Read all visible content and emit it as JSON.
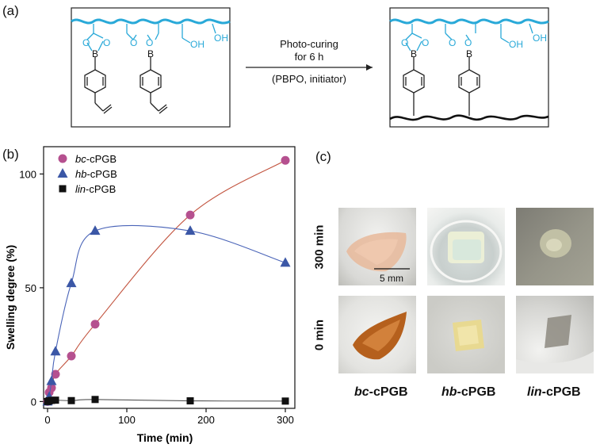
{
  "panel_labels": {
    "a": "(a)",
    "b": "(b)",
    "c": "(c)"
  },
  "scheme": {
    "arrow_line1": "Photo-curing",
    "arrow_line2": "for 6 h",
    "arrow_below": "(PBPO, initiator)",
    "atoms": {
      "O": "O",
      "B": "B",
      "OH": "OH"
    }
  },
  "photos": {
    "row_labels": [
      "300 min",
      "0 min"
    ],
    "column_labels": [
      {
        "italic": "bc",
        "rest": "-cPGB"
      },
      {
        "italic": "hb",
        "rest": "-cPGB"
      },
      {
        "italic": "lin",
        "rest": "-cPGB"
      }
    ],
    "scale_bar": "5 mm"
  },
  "chart_data": {
    "type": "scatter",
    "xlabel": "Time (min)",
    "ylabel": "Swelling degree (%)",
    "xlim": [
      -5,
      312
    ],
    "ylim": [
      -3,
      112
    ],
    "xticks": [
      0,
      100,
      200,
      300
    ],
    "yticks": [
      0,
      50,
      100
    ],
    "legend_position": "top-left",
    "series": [
      {
        "name_italic": "bc",
        "name_rest": "-cPGB",
        "marker": "circle",
        "color": "#b5508f",
        "line_color": "#c2543f",
        "x": [
          0,
          2,
          5,
          10,
          30,
          60,
          180,
          300
        ],
        "y": [
          0,
          4,
          6,
          12,
          20,
          34,
          82,
          106
        ]
      },
      {
        "name_italic": "hb",
        "name_rest": "-cPGB",
        "marker": "triangle",
        "color": "#3b57a6",
        "line_color": "#4a64b8",
        "x": [
          0,
          2,
          5,
          10,
          30,
          60,
          180,
          300
        ],
        "y": [
          0,
          2,
          9,
          22,
          52,
          75,
          75,
          61
        ]
      },
      {
        "name_italic": "lin",
        "name_rest": "-cPGB",
        "marker": "square",
        "color": "#111111",
        "line_color": "#555555",
        "x": [
          0,
          2,
          5,
          10,
          30,
          60,
          180,
          300
        ],
        "y": [
          0,
          0.3,
          0.5,
          0.6,
          0.4,
          0.9,
          0.3,
          0.2
        ]
      }
    ]
  },
  "colors": {
    "polymer": "#29a9d8",
    "ink": "#111111"
  }
}
